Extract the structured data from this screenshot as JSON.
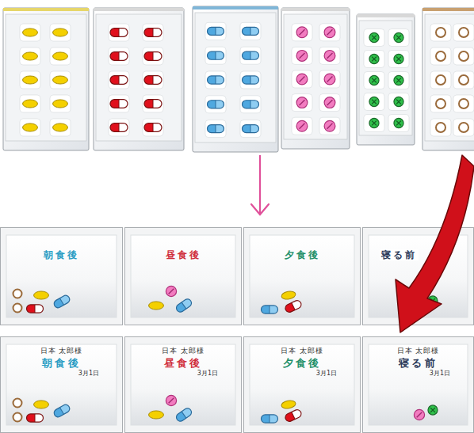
{
  "diagram": {
    "nodes": [
      {
        "text": [
          "朝食後"
        ]
      },
      {
        "text": [
          "昼食後"
        ]
      },
      {
        "text": [
          "夕食後"
        ]
      },
      {
        "text": [
          "寝る前"
        ]
      },
      {
        "text": [
          "日本 太郎様",
          "朝食後",
          "3月1日"
        ]
      },
      {
        "text": [
          "日本 太郎様",
          "昼食後",
          "3月1日"
        ]
      },
      {
        "text": [
          "日本 太郎様",
          "夕食後",
          "3月1日"
        ]
      },
      {
        "text": [
          "日本 太郎様",
          "寝る前",
          "3月1日"
        ]
      }
    ]
  }
}
